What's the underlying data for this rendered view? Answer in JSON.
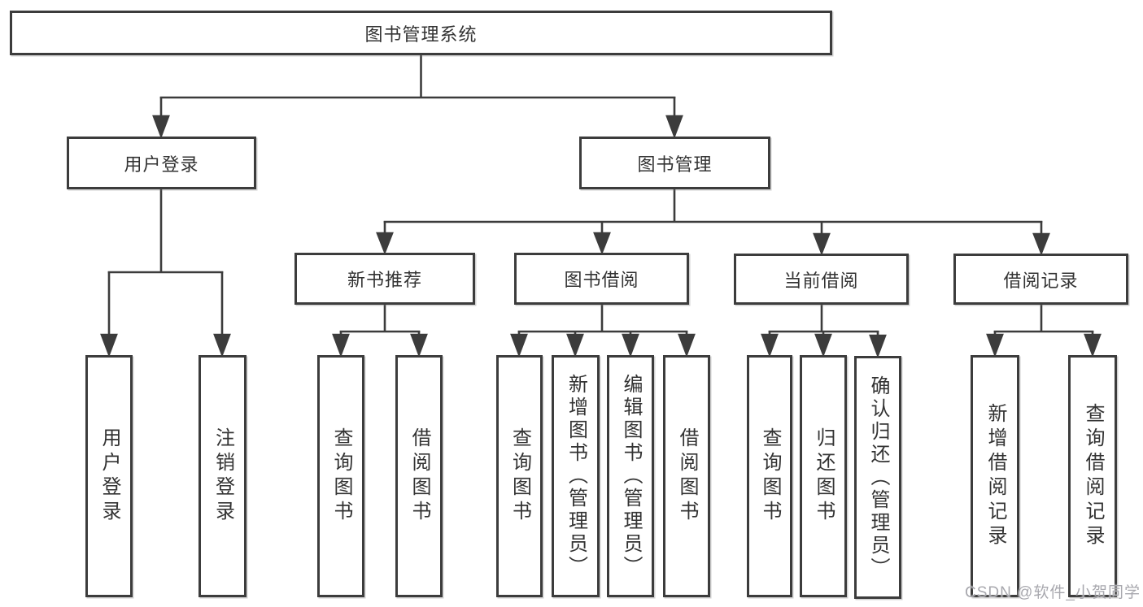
{
  "colors": {
    "line": "#3c3c3c",
    "box_border": "#3c3c3c",
    "text": "#333333",
    "background": "#ffffff",
    "watermark": "#a8a8ae"
  },
  "diagram": {
    "root": "图书管理系统",
    "level2": [
      "用户登录",
      "图书管理"
    ],
    "level3": [
      "新书推荐",
      "图书借阅",
      "当前借阅",
      "借阅记录"
    ],
    "leaves_user_login": [
      "用户登录",
      "注销登录"
    ],
    "leaves_new_books": [
      "查询图书",
      "借阅图书"
    ],
    "leaves_borrow": [
      "查询图书",
      "新增图书（管理员）",
      "编辑图书（管理员）",
      "借阅图书"
    ],
    "leaves_current": [
      "查询图书",
      "归还图书",
      "确认归还（管理员）"
    ],
    "leaves_records": [
      "新增借阅记录",
      "查询借阅记录"
    ]
  },
  "watermark": "CSDN @软件_小贺同学"
}
